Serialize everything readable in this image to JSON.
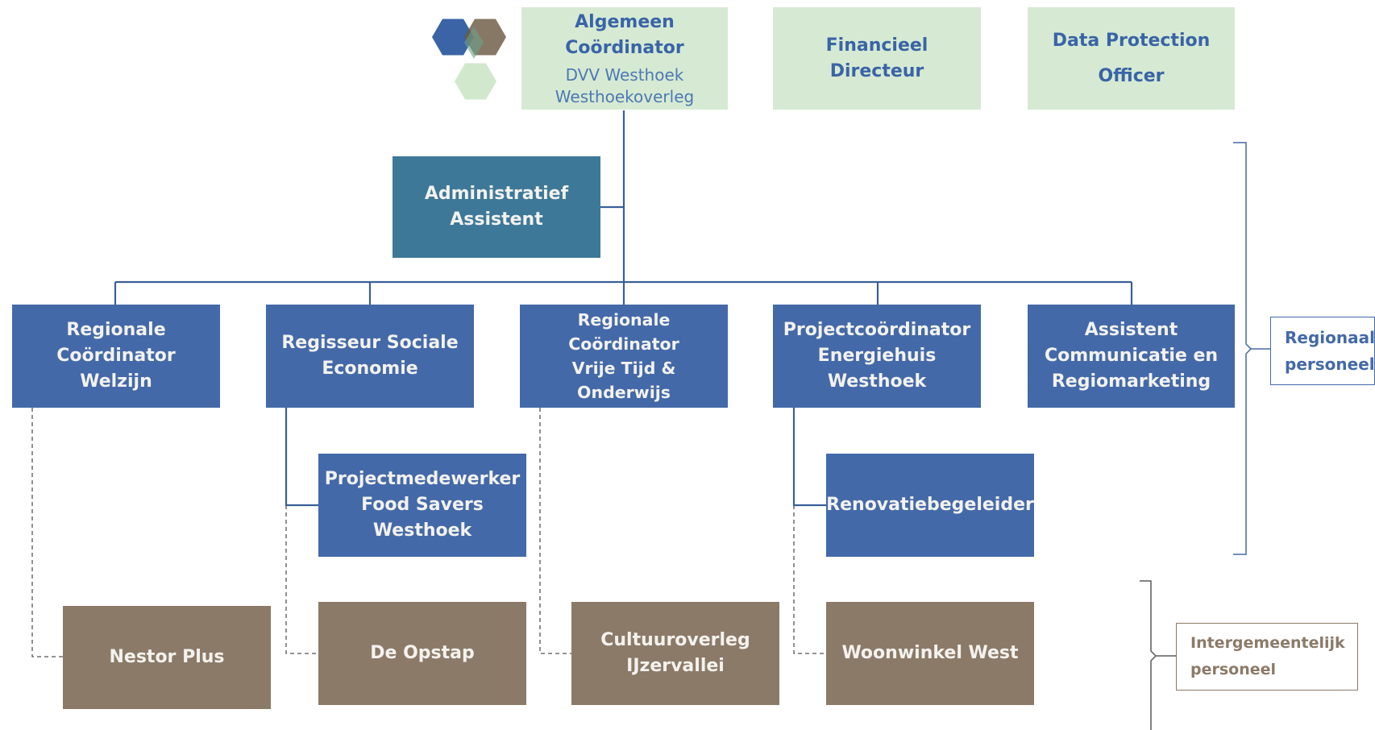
{
  "colors": {
    "light_green": "#d6ead3",
    "blue": "#4469a8",
    "teal": "#3e7898",
    "brown": "#8c7a68",
    "line_blue": "#3a5f99"
  },
  "logo": {
    "icon": "hexagon-logo-icon"
  },
  "top_row": {
    "general_coordinator": {
      "title": "Algemeen\nCoördinator",
      "subtitle": "DVV Westhoek\nWesthoekoverleg"
    },
    "financial_director": "Financieel Directeur",
    "data_protection_officer": "Data Protection\nOfficer"
  },
  "admin_assistant": "Administratief\nAssistent",
  "regional_staff": [
    "Regionale\nCoördinator\nWelzijn",
    "Regisseur Sociale\nEconomie",
    "Regionale Coördinator\nVrije Tijd & Onderwijs",
    "Projectcoördinator\nEnergiehuis\nWesthoek",
    "Assistent\nCommunicatie en\nRegiomarketing"
  ],
  "sub_staff": {
    "food_savers": "Projectmedewerker\nFood Savers\nWesthoek",
    "renovation": "Renovatiebegeleider"
  },
  "intermunicipal": [
    "Nestor Plus",
    "De Opstap",
    "Cultuuroverleg\nIJzervallei",
    "Woonwinkel West"
  ],
  "legend": {
    "regional": "Regionaal\npersoneel",
    "intermunicipal": "Intergemeentelijk\npersoneel"
  }
}
